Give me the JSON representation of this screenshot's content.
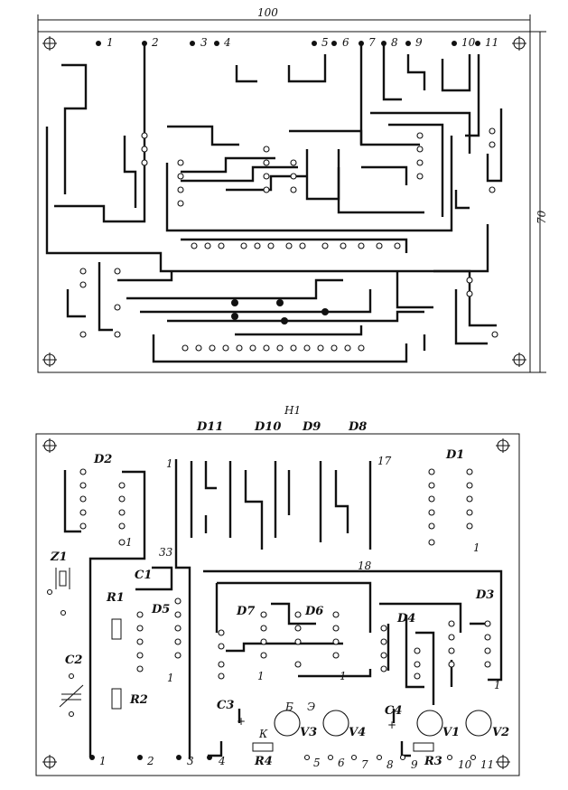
{
  "top_board": {
    "dim_width": "100",
    "dim_height": "70",
    "pins": [
      "1",
      "2",
      "3",
      "4",
      "5",
      "6",
      "7",
      "8",
      "9",
      "10",
      "11"
    ]
  },
  "bottom_board": {
    "chips": [
      "D11",
      "D10",
      "D9",
      "D8",
      "D1",
      "D2",
      "D7",
      "D6",
      "D4",
      "D3",
      "D5"
    ],
    "connector": "H1",
    "components": [
      "Z1",
      "C1",
      "C2",
      "C3",
      "C4",
      "R1",
      "R2",
      "R3",
      "R4",
      "V1",
      "V2",
      "V3",
      "V4"
    ],
    "pin_marks": [
      "1",
      "17",
      "33",
      "18",
      "1",
      "1",
      "1",
      "1",
      "1",
      "1"
    ],
    "transistor_marks": [
      "Б",
      "Э",
      "К"
    ],
    "polarity": "+",
    "pins": [
      "1",
      "2",
      "3",
      "4",
      "5",
      "6",
      "7",
      "8",
      "9",
      "10",
      "11"
    ]
  }
}
